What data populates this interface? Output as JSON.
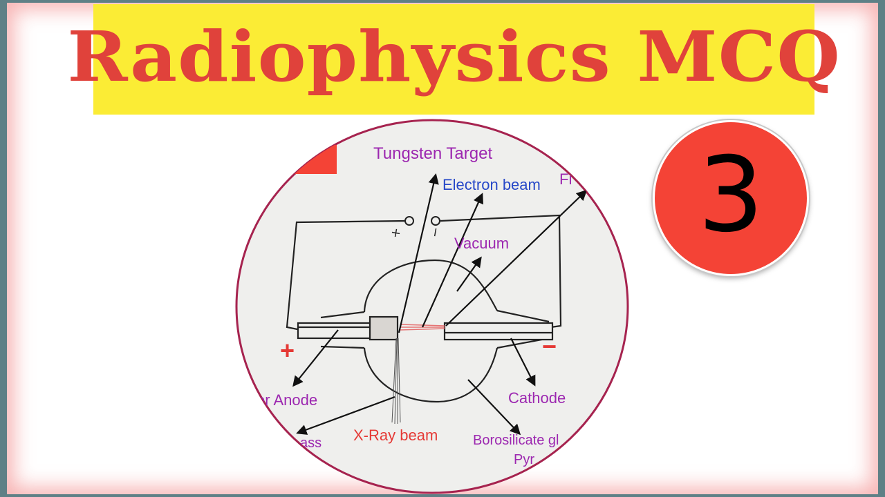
{
  "thumbnail": {
    "title": "Radiophysics MCQ",
    "number": "3"
  },
  "diagram": {
    "labels": {
      "tungsten_target": "Tungsten Target",
      "electron_beam": "Electron beam",
      "vacuum": "Vacuum",
      "filament_partial": "Fi",
      "anode_partial": "er Anode",
      "cathode": "Cathode",
      "xray_beam": "X-Ray beam",
      "glass_partial": "ass",
      "borosilicate_partial": "Borosilicate gl",
      "pyrex_partial": "Pyr",
      "plus_sign": "+",
      "minus_sign": "−",
      "plus_small": "+",
      "minus_small": "−"
    }
  },
  "colors": {
    "title_band": "#fbec35",
    "title_text": "#e0423b",
    "badge": "#f44336",
    "label_purple": "#9c27b0",
    "label_blue": "#2748c8"
  }
}
